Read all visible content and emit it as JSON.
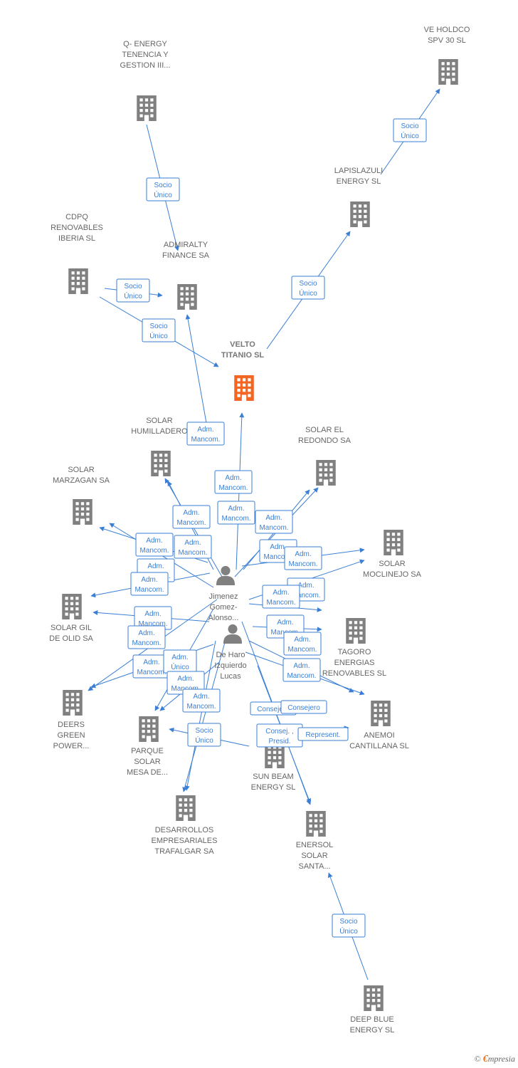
{
  "colors": {
    "edge": "#3a7fd5",
    "company": "#808080",
    "focus": "#f26522",
    "person": "#808080"
  },
  "nodes": [
    {
      "id": "velto",
      "kind": "focus",
      "label": [
        "VELTO",
        "TITANIO  SL"
      ]
    },
    {
      "id": "veholdco",
      "kind": "company",
      "label": [
        "VE HOLDCO",
        "SPV 30  SL"
      ]
    },
    {
      "id": "qenergy",
      "kind": "company",
      "label": [
        "Q- ENERGY",
        "TENENCIA Y",
        "GESTION III..."
      ]
    },
    {
      "id": "lapislazuli",
      "kind": "company",
      "label": [
        "LAPISLAZULI",
        "ENERGY  SL"
      ]
    },
    {
      "id": "cdpq",
      "kind": "company",
      "label": [
        "CDPQ",
        "RENOVABLES",
        "IBERIA  SL"
      ]
    },
    {
      "id": "admiralty",
      "kind": "company",
      "label": [
        "ADMIRALTY",
        "FINANCE SA"
      ]
    },
    {
      "id": "humilladero",
      "kind": "company",
      "label": [
        "SOLAR",
        "HUMILLADERO"
      ]
    },
    {
      "id": "redondo",
      "kind": "company",
      "label": [
        "SOLAR EL",
        "REDONDO SA"
      ]
    },
    {
      "id": "marzagan",
      "kind": "company",
      "label": [
        "SOLAR",
        "MARZAGAN SA"
      ]
    },
    {
      "id": "moclinejo",
      "kind": "company",
      "label": [
        "SOLAR",
        "MOCLINEJO SA"
      ]
    },
    {
      "id": "gildeolid",
      "kind": "company",
      "label": [
        "SOLAR GIL",
        "DE OLID SA"
      ]
    },
    {
      "id": "tagoro",
      "kind": "company",
      "label": [
        "TAGORO",
        "ENERGIAS",
        "RENOVABLES SL"
      ]
    },
    {
      "id": "deers",
      "kind": "company",
      "label": [
        "DEERS",
        "GREEN",
        "POWER..."
      ]
    },
    {
      "id": "anemoi",
      "kind": "company",
      "label": [
        "ANEMOI",
        "CANTILLANA SL"
      ]
    },
    {
      "id": "parque",
      "kind": "company",
      "label": [
        "PARQUE",
        "SOLAR",
        "MESA DE..."
      ]
    },
    {
      "id": "sunbeam",
      "kind": "company",
      "label": [
        "SUN BEAM",
        "ENERGY  SL"
      ]
    },
    {
      "id": "desarrollos",
      "kind": "company",
      "label": [
        "DESARROLLOS",
        "EMPRESARIALES",
        "TRAFALGAR SA"
      ]
    },
    {
      "id": "enersol",
      "kind": "company",
      "label": [
        "ENERSOL",
        "SOLAR",
        "SANTA..."
      ]
    },
    {
      "id": "deepblue",
      "kind": "company",
      "label": [
        "DEEP BLUE",
        "ENERGY  SL"
      ]
    },
    {
      "id": "jimenez",
      "kind": "person",
      "label": [
        "Jimenez",
        "Gomez-",
        "Alonso..."
      ]
    },
    {
      "id": "deharo",
      "kind": "person",
      "label": [
        "De Haro",
        "Izquierdo",
        "Lucas"
      ]
    }
  ],
  "relations": [
    {
      "label": [
        "Socio",
        "Único"
      ]
    },
    {
      "label": [
        "Socio",
        "Único"
      ]
    },
    {
      "label": [
        "Socio",
        "Único"
      ]
    },
    {
      "label": [
        "Socio",
        "Único"
      ]
    },
    {
      "label": [
        "Socio",
        "Único"
      ]
    },
    {
      "label": [
        "Adm.",
        "Mancom."
      ]
    },
    {
      "label": [
        "Adm.",
        "Mancom."
      ]
    },
    {
      "label": [
        "Adm.",
        "Mancom."
      ]
    },
    {
      "label": [
        "Adm.",
        "Mancom."
      ]
    },
    {
      "label": [
        "Adm.",
        "Mancom."
      ]
    },
    {
      "label": [
        "Adm.",
        "Mancom."
      ]
    },
    {
      "label": [
        "Adm.",
        "Mancom."
      ]
    },
    {
      "label": [
        "Adm.",
        "Mancom."
      ]
    },
    {
      "label": [
        "Adm.",
        "Mancom."
      ]
    },
    {
      "label": [
        "Adm.",
        "Mancom."
      ]
    },
    {
      "label": [
        "Adm.",
        "Mancom."
      ]
    },
    {
      "label": [
        "Adm.",
        "Mancom."
      ]
    },
    {
      "label": [
        "Adm.",
        "Mancom."
      ]
    },
    {
      "label": [
        "Adm.",
        "Mancom."
      ]
    },
    {
      "label": [
        "Adm.",
        "Mancom."
      ]
    },
    {
      "label": [
        "Adm.",
        "Mancom."
      ]
    },
    {
      "label": [
        "Adm.",
        "Mancom."
      ]
    },
    {
      "label": [
        "Adm.",
        "Mancom."
      ]
    },
    {
      "label": [
        "Adm.",
        "Único"
      ]
    },
    {
      "label": [
        "Adm.",
        "Mancom."
      ]
    },
    {
      "label": [
        "Adm.",
        "Mancom."
      ]
    },
    {
      "label": [
        "Adm.",
        "Mancom."
      ]
    },
    {
      "label": [
        "Consejero"
      ]
    },
    {
      "label": [
        "Consejero"
      ]
    },
    {
      "label": [
        "Socio",
        "Único"
      ]
    },
    {
      "label": [
        "Consej. ,",
        "Presid."
      ]
    },
    {
      "label": [
        "Represent."
      ]
    },
    {
      "label": [
        "Socio",
        "Único"
      ]
    },
    {
      "label": [
        "Consej. ,",
        "Presid."
      ]
    }
  ],
  "brand": {
    "copyright": "©",
    "e": "€",
    "rest": "mpresia"
  }
}
